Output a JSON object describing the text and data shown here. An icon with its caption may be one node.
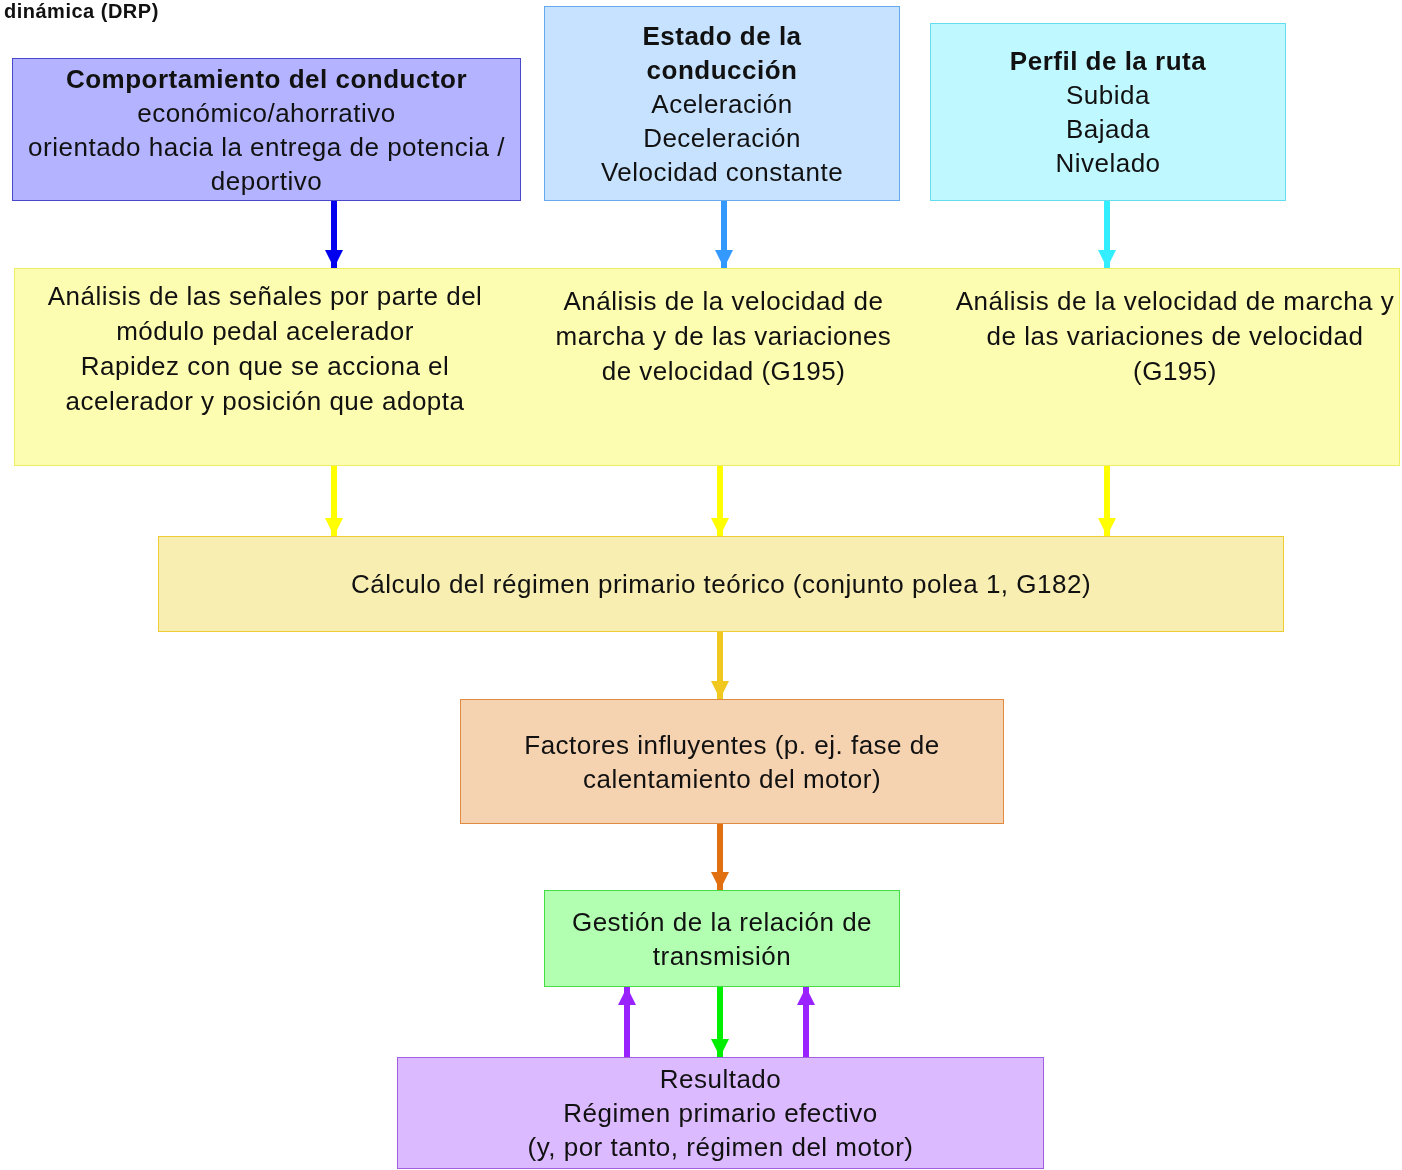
{
  "diagram": {
    "title": "dinámica (DRP)",
    "nodes": [
      {
        "text": [
          "Comportamiento del conductor",
          "económico/ahorrativo",
          "orientado hacia la entrega de potencia / deportivo"
        ]
      },
      {
        "text": [
          "Estado de la conducción",
          "Aceleración",
          "Deceleración",
          "Velocidad constante"
        ]
      },
      {
        "text": [
          "Perfil de la ruta",
          "Subida",
          "Bajada",
          "Nivelado"
        ]
      },
      {
        "text": [
          "Análisis de las señales por parte del módulo pedal acelerador",
          "Rapidez con que se acciona el acelerador y posición que adopta",
          "Análisis de la velocidad de marcha y de las variaciones de velocidad (G195)",
          "Análisis de la velocidad de marcha y de las variaciones de velocidad (G195)"
        ]
      },
      {
        "text": [
          "Cálculo del régimen primario teórico (conjunto polea 1, G182)"
        ]
      },
      {
        "text": [
          "Factores influyentes (p. ej. fase de calentamiento del motor)"
        ]
      },
      {
        "text": [
          "Gestión de la relación de transmisión"
        ]
      },
      {
        "text": [
          "Resultado",
          "Régimen primario efectivo",
          "(y, por tanto, régimen del motor)"
        ]
      }
    ],
    "edges": [
      {
        "from": 0,
        "to": 3,
        "arrow": "to",
        "color": "#0000ee"
      },
      {
        "from": 1,
        "to": 3,
        "arrow": "to",
        "color": "#3399ff"
      },
      {
        "from": 2,
        "to": 3,
        "arrow": "to",
        "color": "#33eeff"
      },
      {
        "from": 3,
        "to": 4,
        "arrow": "to",
        "color": "#ffff00"
      },
      {
        "from": 3,
        "to": 4,
        "arrow": "to",
        "color": "#ffff00"
      },
      {
        "from": 3,
        "to": 4,
        "arrow": "to",
        "color": "#ffff00"
      },
      {
        "from": 4,
        "to": 5,
        "arrow": "to",
        "color": "#f0c820"
      },
      {
        "from": 5,
        "to": 6,
        "arrow": "to",
        "color": "#e07010"
      },
      {
        "from": 7,
        "to": 6,
        "arrow": "to",
        "color": "#9922ff"
      },
      {
        "from": 6,
        "to": 7,
        "arrow": "to",
        "color": "#00ee00"
      },
      {
        "from": 7,
        "to": 6,
        "arrow": "to",
        "color": "#9922ff"
      }
    ]
  }
}
